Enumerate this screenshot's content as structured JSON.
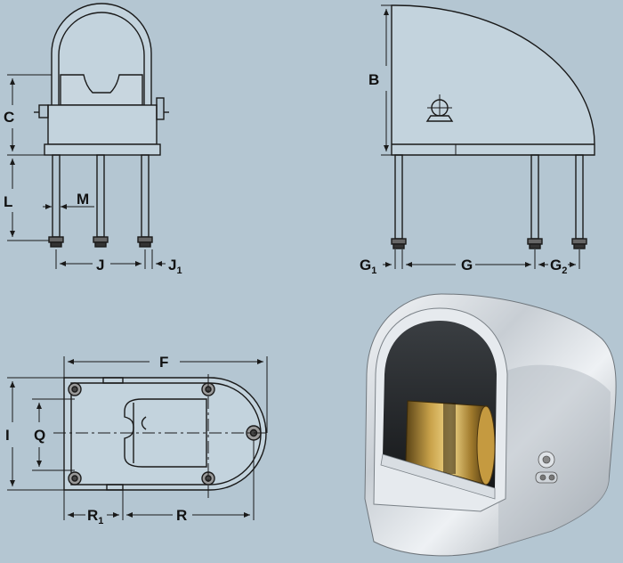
{
  "labels": {
    "C": "C",
    "L": "L",
    "M": "M",
    "J": "J",
    "J1_main": "J",
    "J1_sub": "1",
    "B": "B",
    "G1_main": "G",
    "G1_sub": "1",
    "G": "G",
    "G2_main": "G",
    "G2_sub": "2",
    "F": "F",
    "I": "I",
    "Q": "Q",
    "R1_main": "R",
    "R1_sub": "1",
    "R": "R"
  },
  "colors": {
    "background": "#b4c6d2",
    "line": "#1a1a1a"
  },
  "icons": [
    "fairlead-front-view",
    "fairlead-side-view",
    "fairlead-top-view",
    "fairlead-photo"
  ]
}
